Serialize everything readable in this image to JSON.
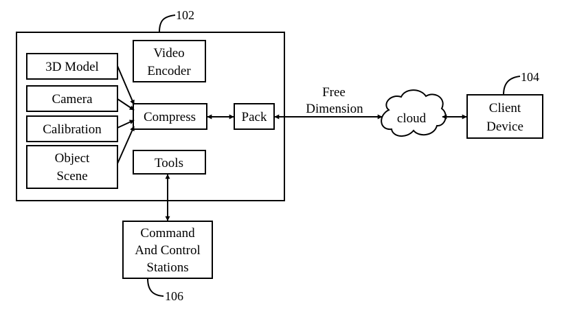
{
  "refs": {
    "system": "102",
    "client": "104",
    "stations": "106"
  },
  "inputs": {
    "model": "3D Model",
    "camera": "Camera",
    "calibration": "Calibration",
    "object_scene_line1": "Object",
    "object_scene_line2": "Scene"
  },
  "video_encoder": {
    "line1": "Video",
    "line2": "Encoder"
  },
  "compress": "Compress",
  "pack": "Pack",
  "tools": "Tools",
  "link_label": {
    "line1": "Free",
    "line2": "Dimension"
  },
  "cloud": "cloud",
  "client_device": {
    "line1": "Client",
    "line2": "Device"
  },
  "stations": {
    "line1": "Command",
    "line2": "And Control",
    "line3": "Stations"
  }
}
